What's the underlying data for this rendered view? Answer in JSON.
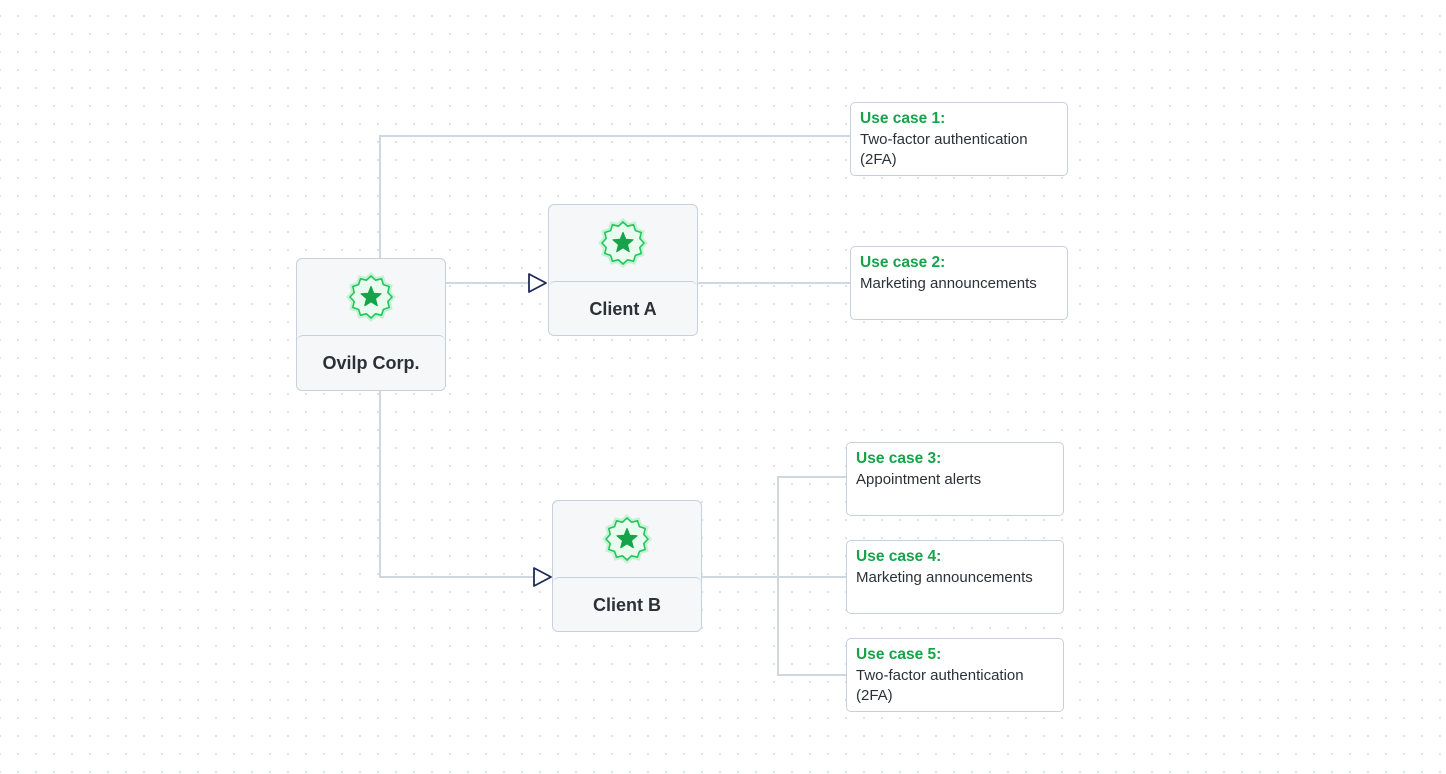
{
  "nodes": {
    "root": {
      "label": "Ovilp Corp.",
      "icon": "badge-star-icon"
    },
    "client_a": {
      "label": "Client A",
      "icon": "badge-star-icon"
    },
    "client_b": {
      "label": "Client B",
      "icon": "badge-star-icon"
    }
  },
  "use_cases": [
    {
      "title": "Use case 1:",
      "text": "Two-factor authentication (2FA)"
    },
    {
      "title": "Use case 2:",
      "text": "Marketing announcements"
    },
    {
      "title": "Use case 3:",
      "text": "Appointment alerts"
    },
    {
      "title": "Use case 4:",
      "text": "Marketing announcements"
    },
    {
      "title": "Use case 5:",
      "text": "Two-factor authentication (2FA)"
    }
  ],
  "colors": {
    "accent_green": "#17a34a",
    "connector": "#cfd8e1",
    "arrowhead": "#1e2a5a",
    "node_border": "#c5d1dc"
  }
}
